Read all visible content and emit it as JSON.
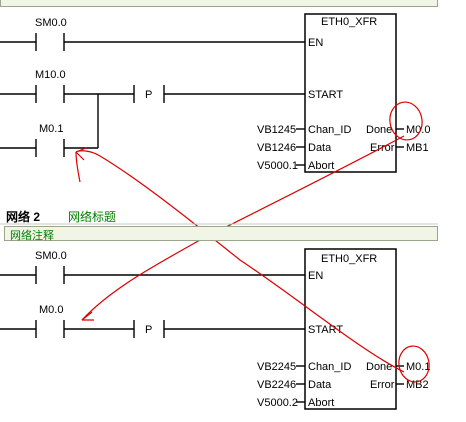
{
  "network1": {
    "contacts": {
      "en": "SM0.0",
      "start": "M10.0",
      "parallel": "M0.1",
      "pulse": "P"
    },
    "block": {
      "title": "ETH0_XFR",
      "pins_left": [
        "EN",
        "START",
        "Chan_ID",
        "Data",
        "Abort"
      ],
      "pins_right": [
        "Done",
        "Error"
      ],
      "inputs": {
        "chan_id": "VB1245",
        "data": "VB1246",
        "abort": "V5000.1"
      },
      "outputs": {
        "done": "M0.0",
        "error": "MB1"
      }
    }
  },
  "network2": {
    "label": "网络 2",
    "title": "网络标题",
    "comment": "网络注释",
    "contacts": {
      "en": "SM0.0",
      "start": "M0.0",
      "pulse": "P"
    },
    "block": {
      "title": "ETH0_XFR",
      "pins_left": [
        "EN",
        "START",
        "Chan_ID",
        "Data",
        "Abort"
      ],
      "pins_right": [
        "Done",
        "Error"
      ],
      "inputs": {
        "chan_id": "VB2245",
        "data": "VB2246",
        "abort": "V5000.2"
      },
      "outputs": {
        "done": "M0.1",
        "error": "MB2"
      }
    }
  },
  "colors": {
    "annotation": "#dd0000",
    "network_title": "#008000",
    "comment_bg": "#f1f5e6"
  }
}
